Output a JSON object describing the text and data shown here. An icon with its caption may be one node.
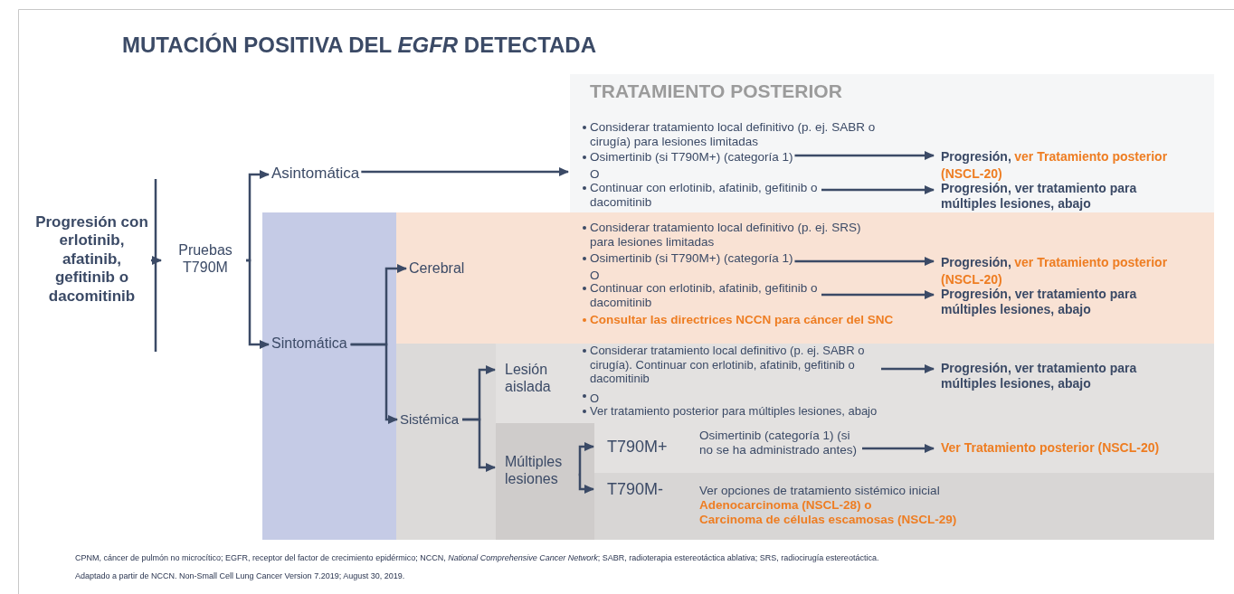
{
  "diagram": {
    "title": "MUTACIÓN POSITIVA DEL *EGFR* DETECTADA",
    "caption": "CPNM, cáncer de pulmón no microcítico; EGFR, receptor del factor de crecimiento epidérmico; NCCN, *National Comprehensive Cancer Network*; SABR, radioterapia estereotáctica ablativa; SRS, radiocirugía estereotáctica.",
    "nodes": [
      {
        "text": [
          "Progresión con erlotinib, afatinib, gefitinib o dacomitinib"
        ]
      },
      {
        "text": [
          "Pruebas T790M"
        ]
      },
      {
        "text": [
          "Asintomática"
        ]
      },
      {
        "text": [
          "TRATAMIENTO POSTERIOR"
        ]
      },
      {
        "text": [
          "Considerar tratamiento local definitivo (p. ej. SABR o cirugía) para lesiones limitadas"
        ],
        "in": 3
      },
      {
        "text": [
          "Osimertinib (si T790M+) (categoría 1)"
        ],
        "in": 3
      },
      {
        "text": [
          "Continuar con erlotinib, afatinib, gefitinib o dacomitinib"
        ],
        "in": 3
      },
      {
        "text": [
          "Progresión,",
          "ver Tratamiento posterior (NSCL-20)"
        ],
        "in": 3
      },
      {
        "text": [
          "Progresión, ver tratamiento para múltiples lesiones, abajo"
        ],
        "in": 3
      },
      {
        "text": [],
        "shape": "box"
      },
      {
        "text": [
          "Sintomática"
        ],
        "in": 9
      },
      {
        "text": [],
        "shape": "box"
      },
      {
        "text": [
          "Cerebral"
        ],
        "in": 11
      },
      {
        "text": [
          "Considerar tratamiento local definitivo (p. ej. SRS) para lesiones limitadas"
        ],
        "in": 11
      },
      {
        "text": [
          "Osimertinib (si T790M+) (categoría 1)"
        ],
        "in": 11
      },
      {
        "text": [
          "Continuar con erlotinib, afatinib, gefitinib o dacomitinib"
        ],
        "in": 11
      },
      {
        "text": [
          "Consultar las directrices NCCN para cáncer del SNC"
        ],
        "in": 11
      },
      {
        "text": [
          "Progresión,",
          "ver Tratamiento posterior (NSCL-20)"
        ],
        "in": 11
      },
      {
        "text": [
          "Progresión, ver tratamiento para múltiples lesiones, abajo"
        ],
        "in": 11
      },
      {
        "text": [],
        "shape": "box"
      },
      {
        "text": [
          "Sistémica"
        ],
        "in": 19
      },
      {
        "text": [
          "Lesión aislada"
        ],
        "in": 19
      },
      {
        "text": [
          "Considerar tratamiento local definitivo (p. ej. SABR o cirugía). Continuar con erlotinib, afatinib, gefitinib o dacomitinib"
        ],
        "in": 21
      },
      {
        "text": [
          "Ver tratamiento posterior para múltiples lesiones, abajo"
        ],
        "in": 21
      },
      {
        "text": [
          "Progresión, ver tratamiento para múltiples lesiones, abajo"
        ],
        "in": 21
      },
      {
        "text": [
          "Múltiples lesiones"
        ],
        "in": 19
      },
      {
        "text": [
          "T790M+"
        ],
        "in": 19
      },
      {
        "text": [
          "Osimertinib (categoría 1) (si no se ha administrado antes)"
        ],
        "in": 26
      },
      {
        "text": [
          "Ver Tratamiento posterior (NSCL-20)"
        ],
        "in": 26
      },
      {
        "text": [
          "T790M-"
        ],
        "in": 19
      },
      {
        "text": [
          "Ver opciones de tratamiento sistémico inicial",
          "Adenocarcinoma (NSCL-28) o",
          "Carcinoma de células escamosas (NSCL-29)"
        ],
        "in": 29
      }
    ],
    "edges": [
      {
        "from": 0,
        "to": 1,
        "arrow": "to"
      },
      {
        "from": 1,
        "to": 2,
        "arrow": "to"
      },
      {
        "from": 1,
        "to": 10,
        "arrow": "to"
      },
      {
        "from": 2,
        "to": 3,
        "arrow": "to"
      },
      {
        "from": 5,
        "to": 7,
        "arrow": "to"
      },
      {
        "from": 6,
        "to": 8,
        "arrow": "to"
      },
      {
        "from": 10,
        "to": 12,
        "arrow": "to"
      },
      {
        "from": 10,
        "to": 20,
        "arrow": "to"
      },
      {
        "from": 14,
        "to": 17,
        "arrow": "to"
      },
      {
        "from": 15,
        "to": 18,
        "arrow": "to"
      },
      {
        "from": 20,
        "to": 21,
        "arrow": "to"
      },
      {
        "from": 20,
        "to": 25,
        "arrow": "to"
      },
      {
        "from": 22,
        "to": 24,
        "arrow": "to"
      },
      {
        "from": 25,
        "to": 26,
        "arrow": "to"
      },
      {
        "from": 25,
        "to": 29,
        "arrow": "to"
      },
      {
        "from": 27,
        "to": 28,
        "arrow": "to"
      }
    ],
    "labels": [
      "O",
      "O",
      "O",
      "Adaptado a partir de NCCN. Non-Small Cell Lung Cancer Version 7.2019; August 30, 2019."
    ]
  }
}
